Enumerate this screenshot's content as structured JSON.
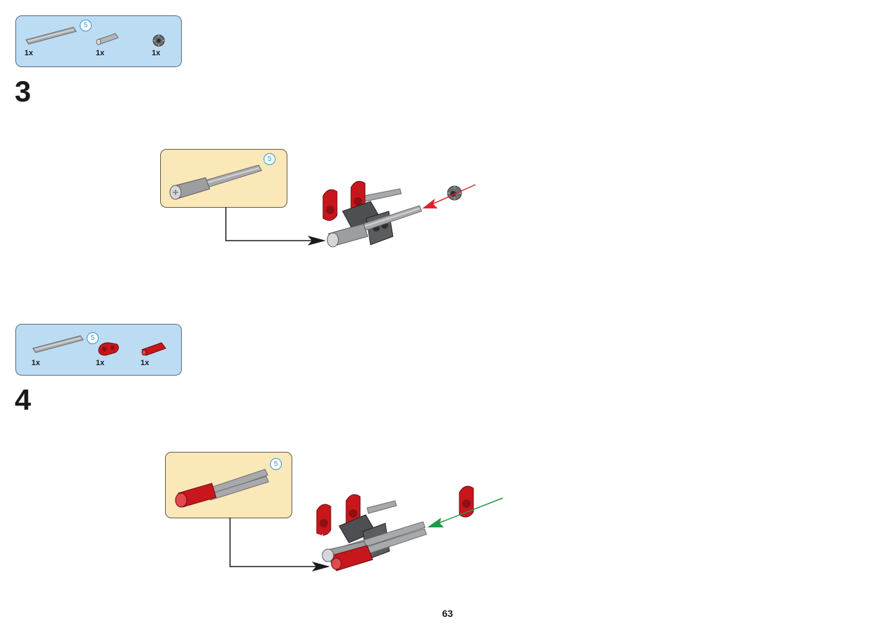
{
  "step3": {
    "number": "3",
    "parts": [
      {
        "icon": "long-axle-icon",
        "qty": "1x"
      },
      {
        "icon": "short-axle-icon",
        "qty": "1x"
      },
      {
        "icon": "bush-icon",
        "qty": "1x"
      }
    ],
    "length_badge": "5",
    "sub_length_badge": "5",
    "arrow_color": "#d8262c"
  },
  "step4": {
    "number": "4",
    "parts": [
      {
        "icon": "long-axle-icon",
        "qty": "1x"
      },
      {
        "icon": "cross-block-icon",
        "qty": "1x"
      },
      {
        "icon": "axle-connector-icon",
        "qty": "1x"
      }
    ],
    "length_badge": "5",
    "sub_length_badge": "5",
    "arrow_color": "#1e9b4a"
  },
  "page_number": "63",
  "colors": {
    "parts_box": "#bcdcf3",
    "submodel_box": "#fbe8b8",
    "lego_red": "#c8161d",
    "dark_gray": "#4d4f52",
    "light_gray": "#a3a5a8",
    "badge_blue": "#2f97c9"
  }
}
